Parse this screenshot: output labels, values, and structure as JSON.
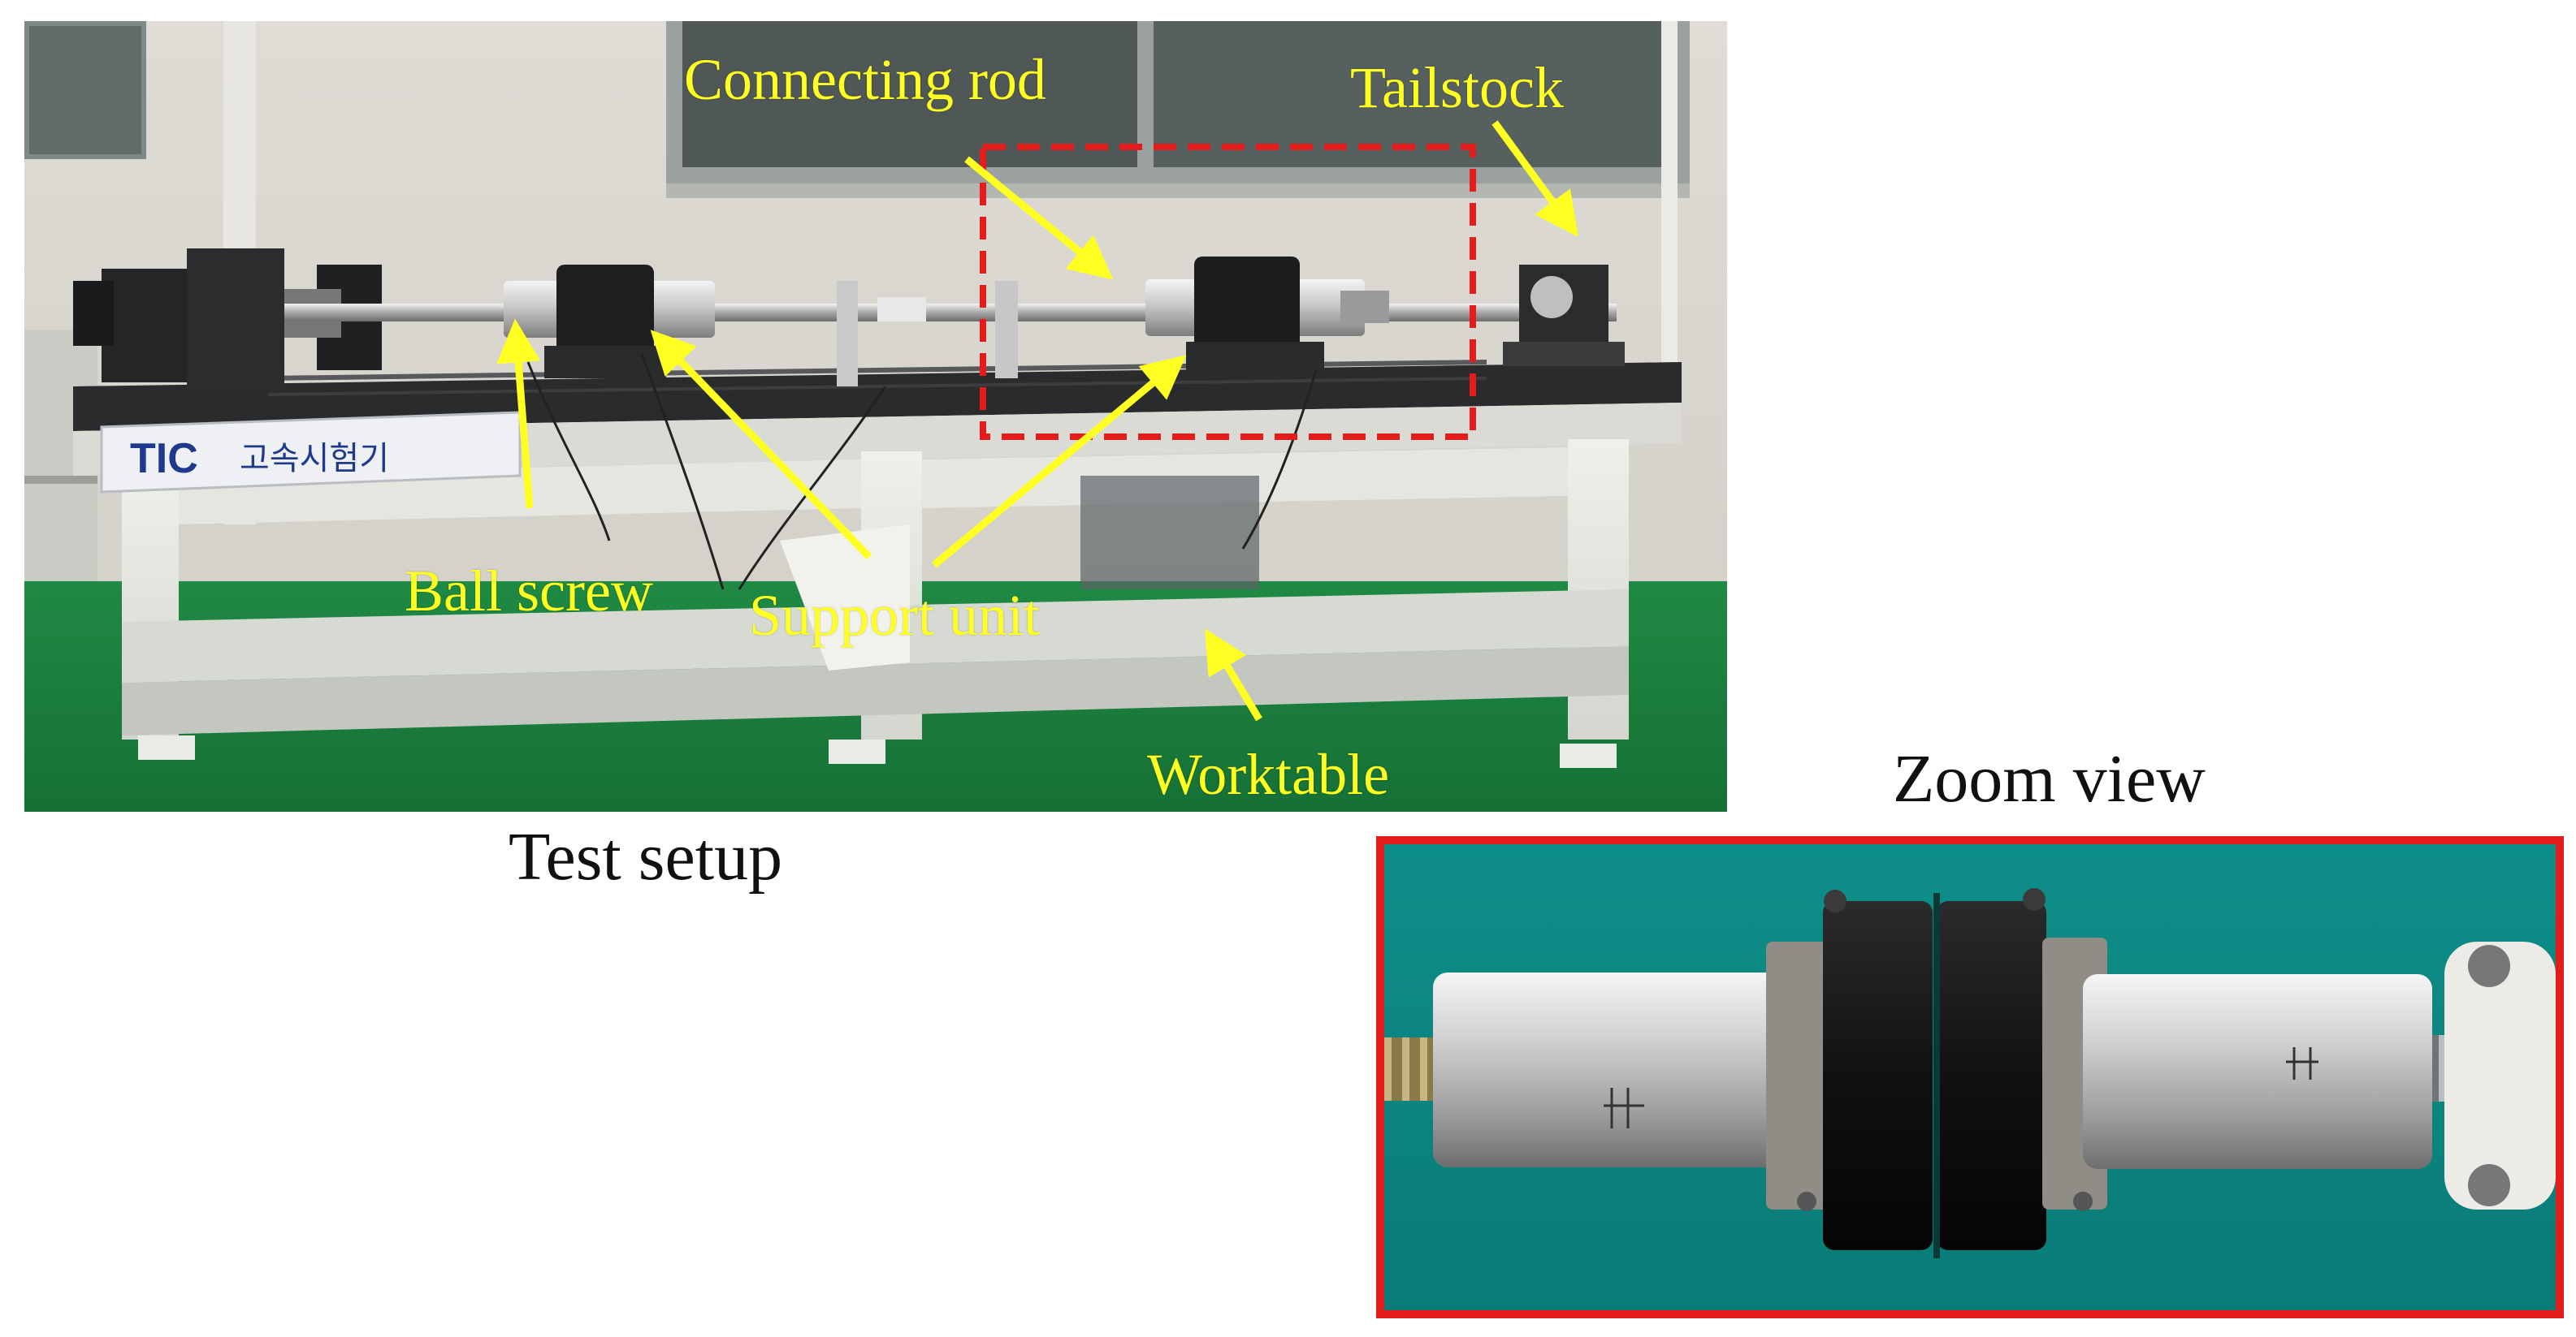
{
  "figure": {
    "captions": {
      "test_setup": "Test setup",
      "zoom_view": "Zoom view"
    },
    "photo_labels": {
      "connecting_rod": "Connecting rod",
      "tailstock": "Tailstock",
      "ball_screw": "Ball screw",
      "support_unit": "Support unit",
      "worktable": "Worktable"
    },
    "machine_sign": {
      "brand": "TIC",
      "korean_text": "고속시험기"
    },
    "colors": {
      "annotation_text": "#ffff22",
      "annotation_arrow": "#ffff22",
      "zoom_box": "#e31c1c",
      "caption_text": "#111111"
    }
  }
}
